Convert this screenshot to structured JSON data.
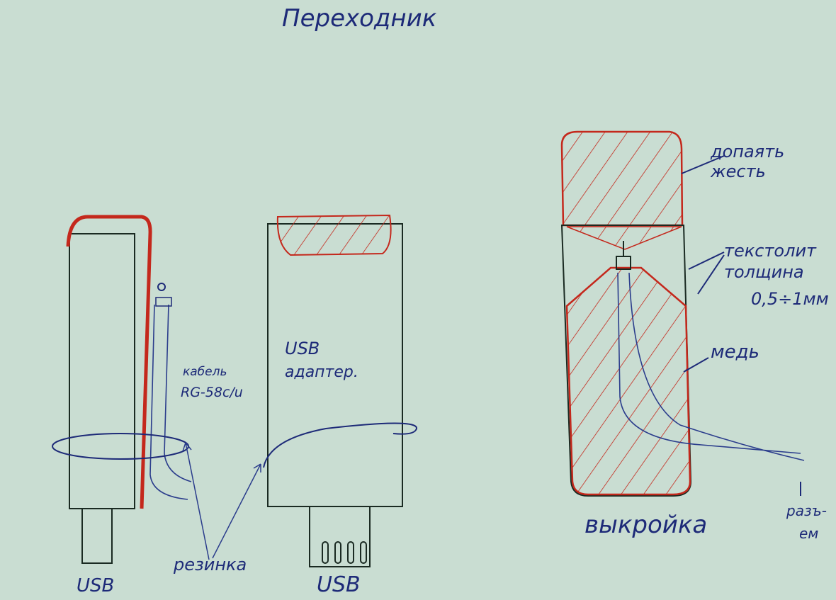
{
  "title": "Переходник",
  "left_figure": {
    "cable_label_1": "кабель",
    "cable_label_2": "RG-58c/u",
    "usb_label": "USB"
  },
  "middle_figure": {
    "adapter_label_1": "USB",
    "adapter_label_2": "адаптер.",
    "usb_label": "USB"
  },
  "shared": {
    "rubber_band_label": "резинка"
  },
  "right_figure": {
    "tin_label_1": "допаять",
    "tin_label_2": "жесть",
    "textolite_label_1": "текстолит",
    "textolite_label_2": "толщина",
    "textolite_label_3": "0,5÷1мм",
    "copper_label": "медь",
    "connector_label_1": "разъ-",
    "connector_label_2": "ем",
    "pattern_label": "выкройка"
  },
  "colors": {
    "paper": "#c9ddd2",
    "ink_blue": "#1d2a78",
    "ink_red": "#c4281c",
    "ink_black": "#1a2a22"
  }
}
